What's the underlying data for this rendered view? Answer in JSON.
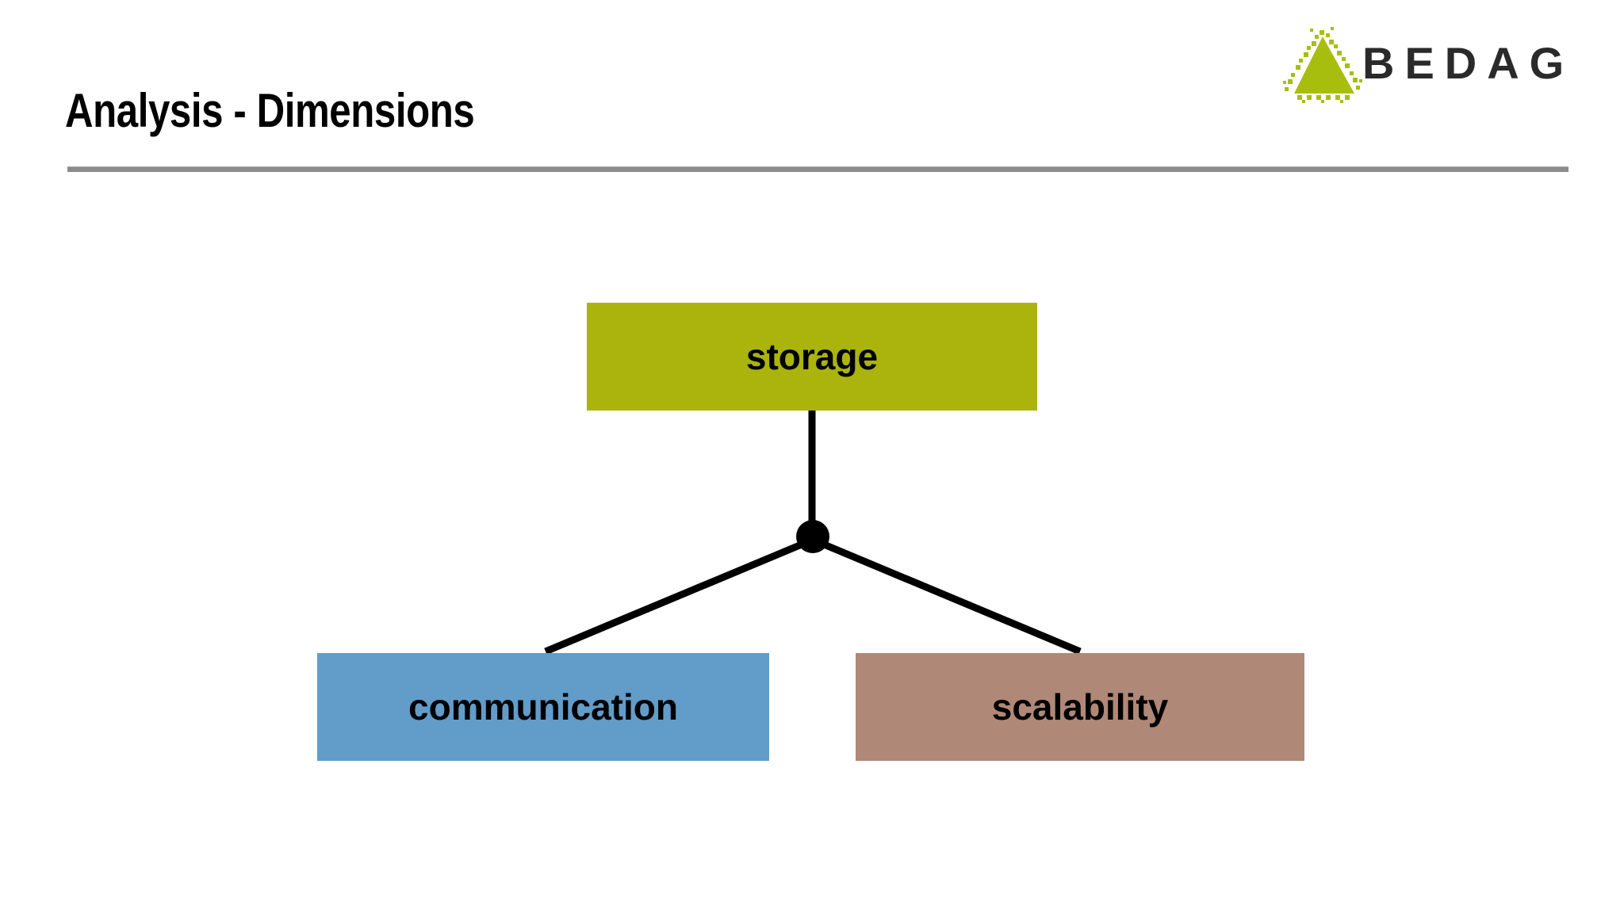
{
  "slide": {
    "title": "Analysis - Dimensions",
    "background_color": "#ffffff",
    "rule_color": "#8c8c8c"
  },
  "logo": {
    "wordmark": "BEDAG",
    "mark_icon": "bedag-triangle-icon",
    "mark_color": "#a8be0e",
    "wordmark_color": "#2a2a2a"
  },
  "diagram": {
    "type": "tree",
    "connector_color": "#000000",
    "junction_icon": "junction-dot-icon",
    "root": {
      "label": "storage",
      "color": "#aab40c"
    },
    "children": [
      {
        "label": "communication",
        "color": "#629cc9"
      },
      {
        "label": "scalability",
        "color": "#b08878"
      }
    ]
  }
}
